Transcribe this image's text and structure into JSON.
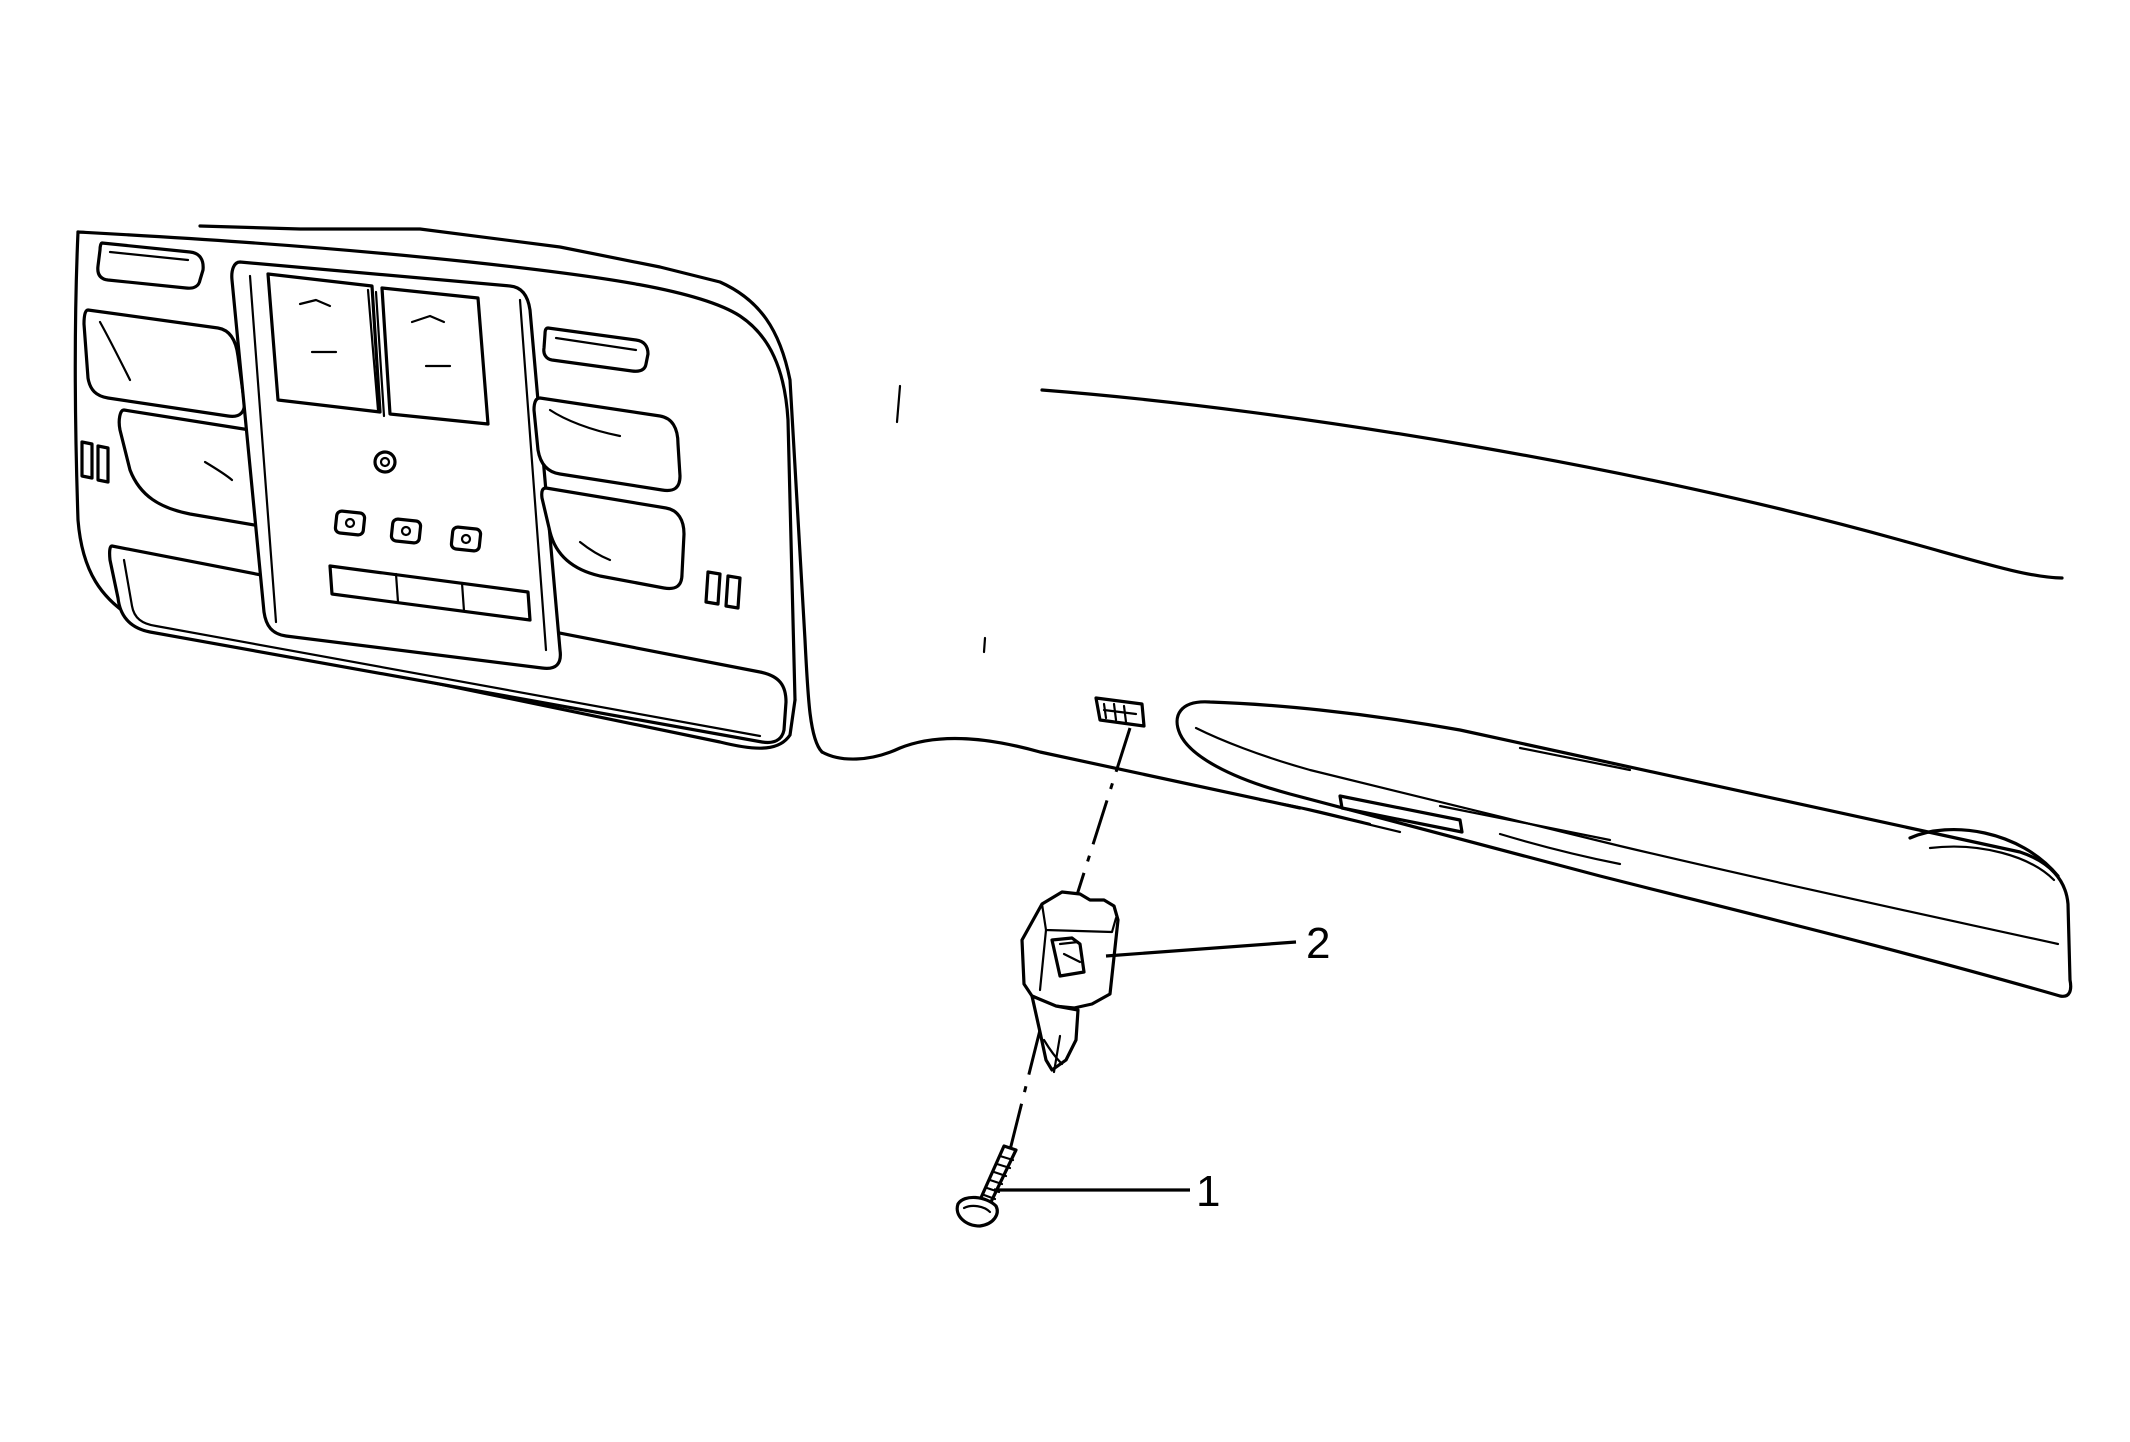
{
  "callouts": [
    {
      "id": "1",
      "label": "1"
    },
    {
      "id": "2",
      "label": "2"
    }
  ],
  "colors": {
    "line": "#000000",
    "background": "#ffffff"
  },
  "parts": [
    "screw",
    "sun-visor-retainer",
    "overhead-console",
    "headliner",
    "sun-visor"
  ]
}
